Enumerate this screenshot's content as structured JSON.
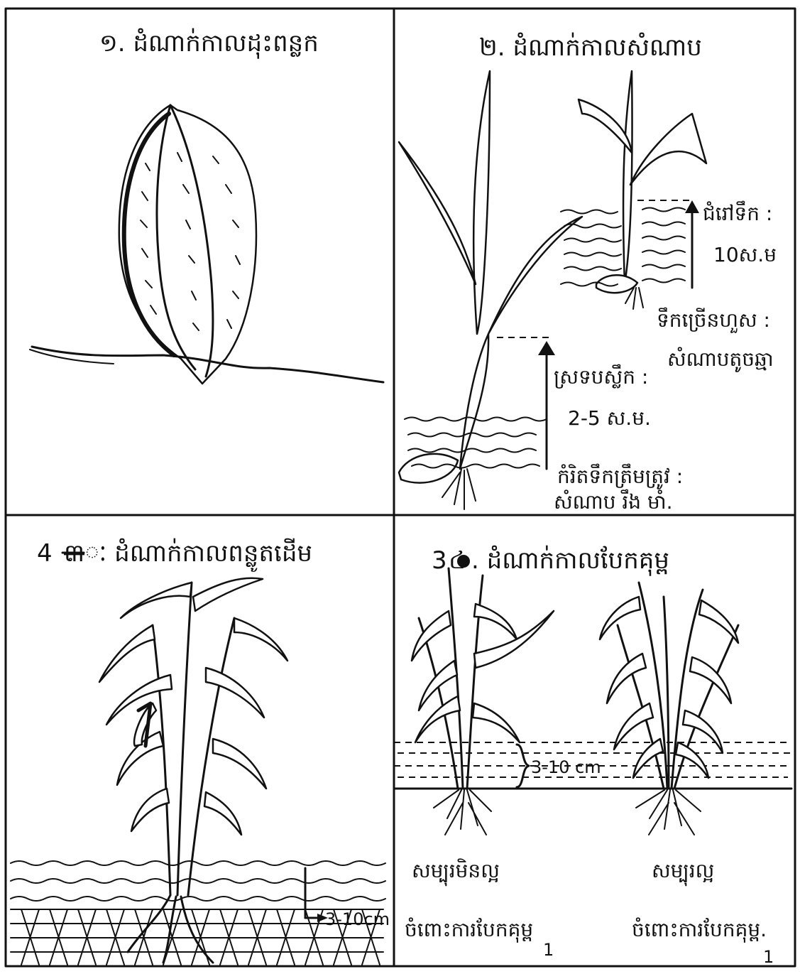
{
  "panels": {
    "p1": {
      "title": "១. ដំណាក់កាលដុះពន្លក"
    },
    "p2": {
      "title": "២. ដំណាក់កាលសំណាប",
      "right_label_1": "ជំរៅទឹក :",
      "right_value_1": "10ស.ម",
      "right_label_2": "ទឹកច្រើនហួស :",
      "right_label_3": "សំណាបតូចឆ្មា",
      "left_label_1": "ស្រទបស្លឹក :",
      "left_value_1": "2-5 ស.ម.",
      "left_label_2": "កំរិតទឹកត្រឹមត្រូវ :",
      "left_label_3": "សំណាប រឹង មាំ."
    },
    "p4": {
      "title_number": "4",
      "title_struck": "៣",
      "title": "ៈ ដំណាក់កាលពន្លូតដើម",
      "depth_label": "3-10cm"
    },
    "p3": {
      "title_number": "3",
      "title_struck": "៤",
      "title": ". ដំណាក់កាលបែកគុម្ព",
      "depth_label": "3-10 cm",
      "left_caption_1": "សម្បុរមិនល្អ",
      "left_caption_2": "ចំពោះការបែកគុម្ព",
      "right_caption_1": "សម្បុរល្អ",
      "right_caption_2": "ចំពោះការបែកគុម្ព.",
      "page_mark_left": "1",
      "page_mark_right": "1"
    }
  }
}
